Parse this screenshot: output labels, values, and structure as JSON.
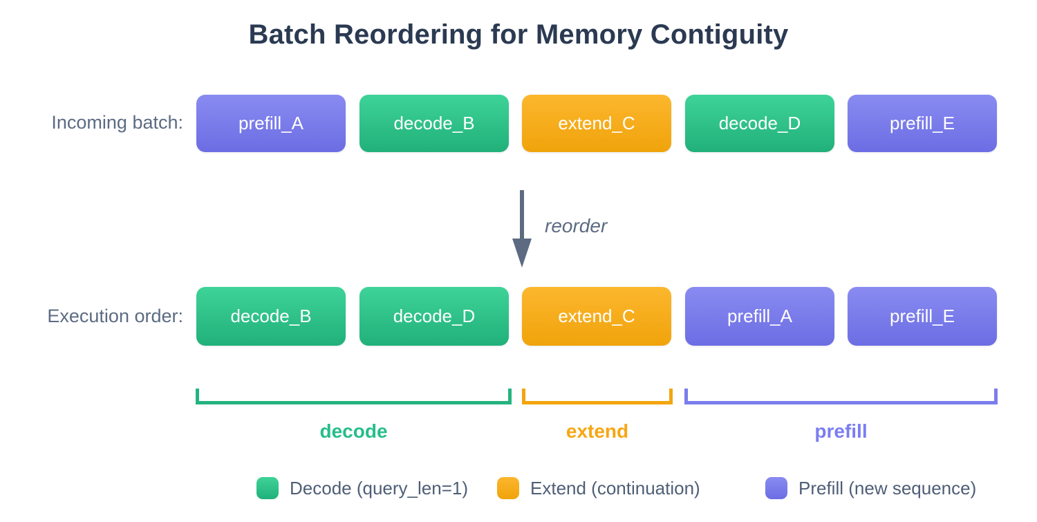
{
  "title": "Batch Reordering for Memory Contiguity",
  "rows": {
    "incoming": {
      "label": "Incoming batch:",
      "boxes": [
        {
          "label": "prefill_A",
          "type": "prefill"
        },
        {
          "label": "decode_B",
          "type": "decode"
        },
        {
          "label": "extend_C",
          "type": "extend"
        },
        {
          "label": "decode_D",
          "type": "decode"
        },
        {
          "label": "prefill_E",
          "type": "prefill"
        }
      ]
    },
    "execution": {
      "label": "Execution order:",
      "boxes": [
        {
          "label": "decode_B",
          "type": "decode"
        },
        {
          "label": "decode_D",
          "type": "decode"
        },
        {
          "label": "extend_C",
          "type": "extend"
        },
        {
          "label": "prefill_A",
          "type": "prefill"
        },
        {
          "label": "prefill_E",
          "type": "prefill"
        }
      ]
    }
  },
  "arrow": {
    "label": "reorder"
  },
  "brackets": [
    {
      "label": "decode",
      "type": "decode"
    },
    {
      "label": "extend",
      "type": "extend"
    },
    {
      "label": "prefill",
      "type": "prefill"
    }
  ],
  "legend": [
    {
      "label": "Decode (query_len=1)",
      "type": "decode"
    },
    {
      "label": "Extend (continuation)",
      "type": "extend"
    },
    {
      "label": "Prefill (new sequence)",
      "type": "prefill"
    }
  ],
  "colors": {
    "decode": "#2bc28a",
    "extend": "#f5a716",
    "prefill": "#7b7dec",
    "slate_text": "#5c6b83",
    "legend_text": "#4e5e76",
    "title_text": "#2b3a52",
    "box_text": "#ffffff",
    "background": "#ffffff"
  }
}
